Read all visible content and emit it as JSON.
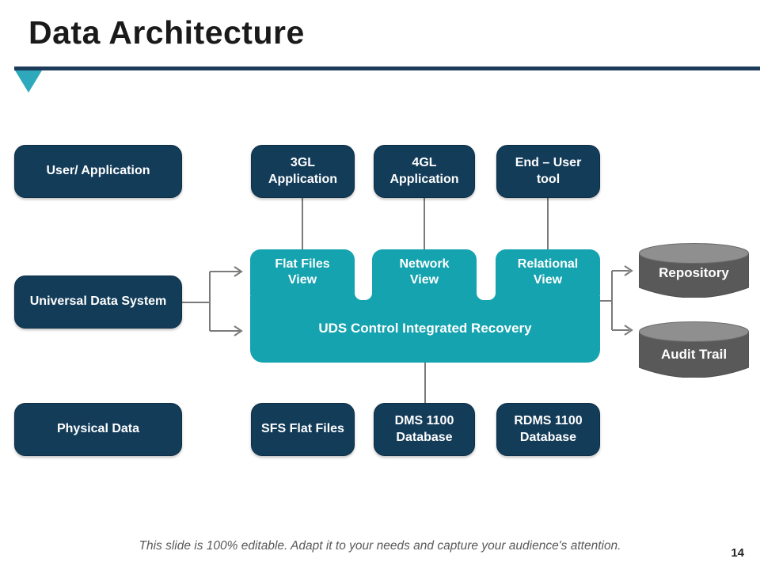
{
  "title": "Data Architecture",
  "footer": {
    "note": "This slide is 100% editable. Adapt it to your needs and capture your audience's attention.",
    "page_number": "14"
  },
  "colors": {
    "navy_box": "#133C59",
    "teal": "#14A3AF",
    "triangle_accent": "#2EA9BC",
    "header_rule": "#1C3A5A",
    "connector_gray": "#7A7A7A",
    "cylinder_top": "#8F8F8F",
    "cylinder_body": "#595959"
  },
  "diagram": {
    "left_boxes": [
      {
        "label": "User/ Application"
      },
      {
        "label": "Universal Data System"
      },
      {
        "label": "Physical Data"
      }
    ],
    "top_boxes": [
      {
        "label": "3GL\nApplication"
      },
      {
        "label": "4GL\nApplication"
      },
      {
        "label": "End – User\ntool"
      }
    ],
    "view_tabs": [
      {
        "label": "Flat Files\nView"
      },
      {
        "label": "Network\nView"
      },
      {
        "label": "Relational\nView"
      }
    ],
    "uds_control": {
      "label": "UDS Control Integrated Recovery"
    },
    "bottom_boxes": [
      {
        "label": "SFS Flat Files"
      },
      {
        "label": "DMS 1100\nDatabase"
      },
      {
        "label": "RDMS 1100\nDatabase"
      }
    ],
    "cylinders": [
      {
        "label": "Repository"
      },
      {
        "label": "Audit Trail"
      }
    ]
  }
}
